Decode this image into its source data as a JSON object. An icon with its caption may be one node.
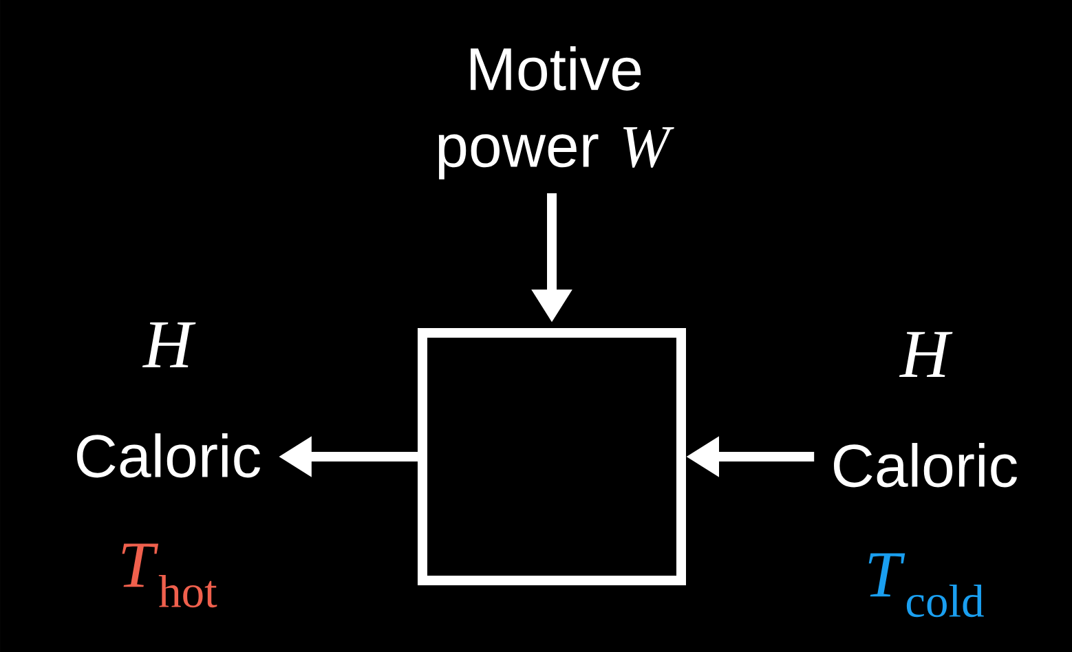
{
  "diagram": {
    "nodes": [
      {
        "text": [],
        "shape": "box"
      },
      {
        "text": [
          "Motive power *W*"
        ]
      },
      {
        "text": [
          "H",
          "Caloric",
          "*T*$_{hot}$"
        ]
      },
      {
        "text": [
          "H",
          "Caloric",
          "*T*$_{cold}$"
        ]
      }
    ],
    "edges": [
      {
        "from": 1,
        "to": 0,
        "arrow": "to"
      },
      {
        "from": 0,
        "to": 2,
        "arrow": "to"
      },
      {
        "from": 3,
        "to": 0,
        "arrow": "to"
      }
    ]
  }
}
